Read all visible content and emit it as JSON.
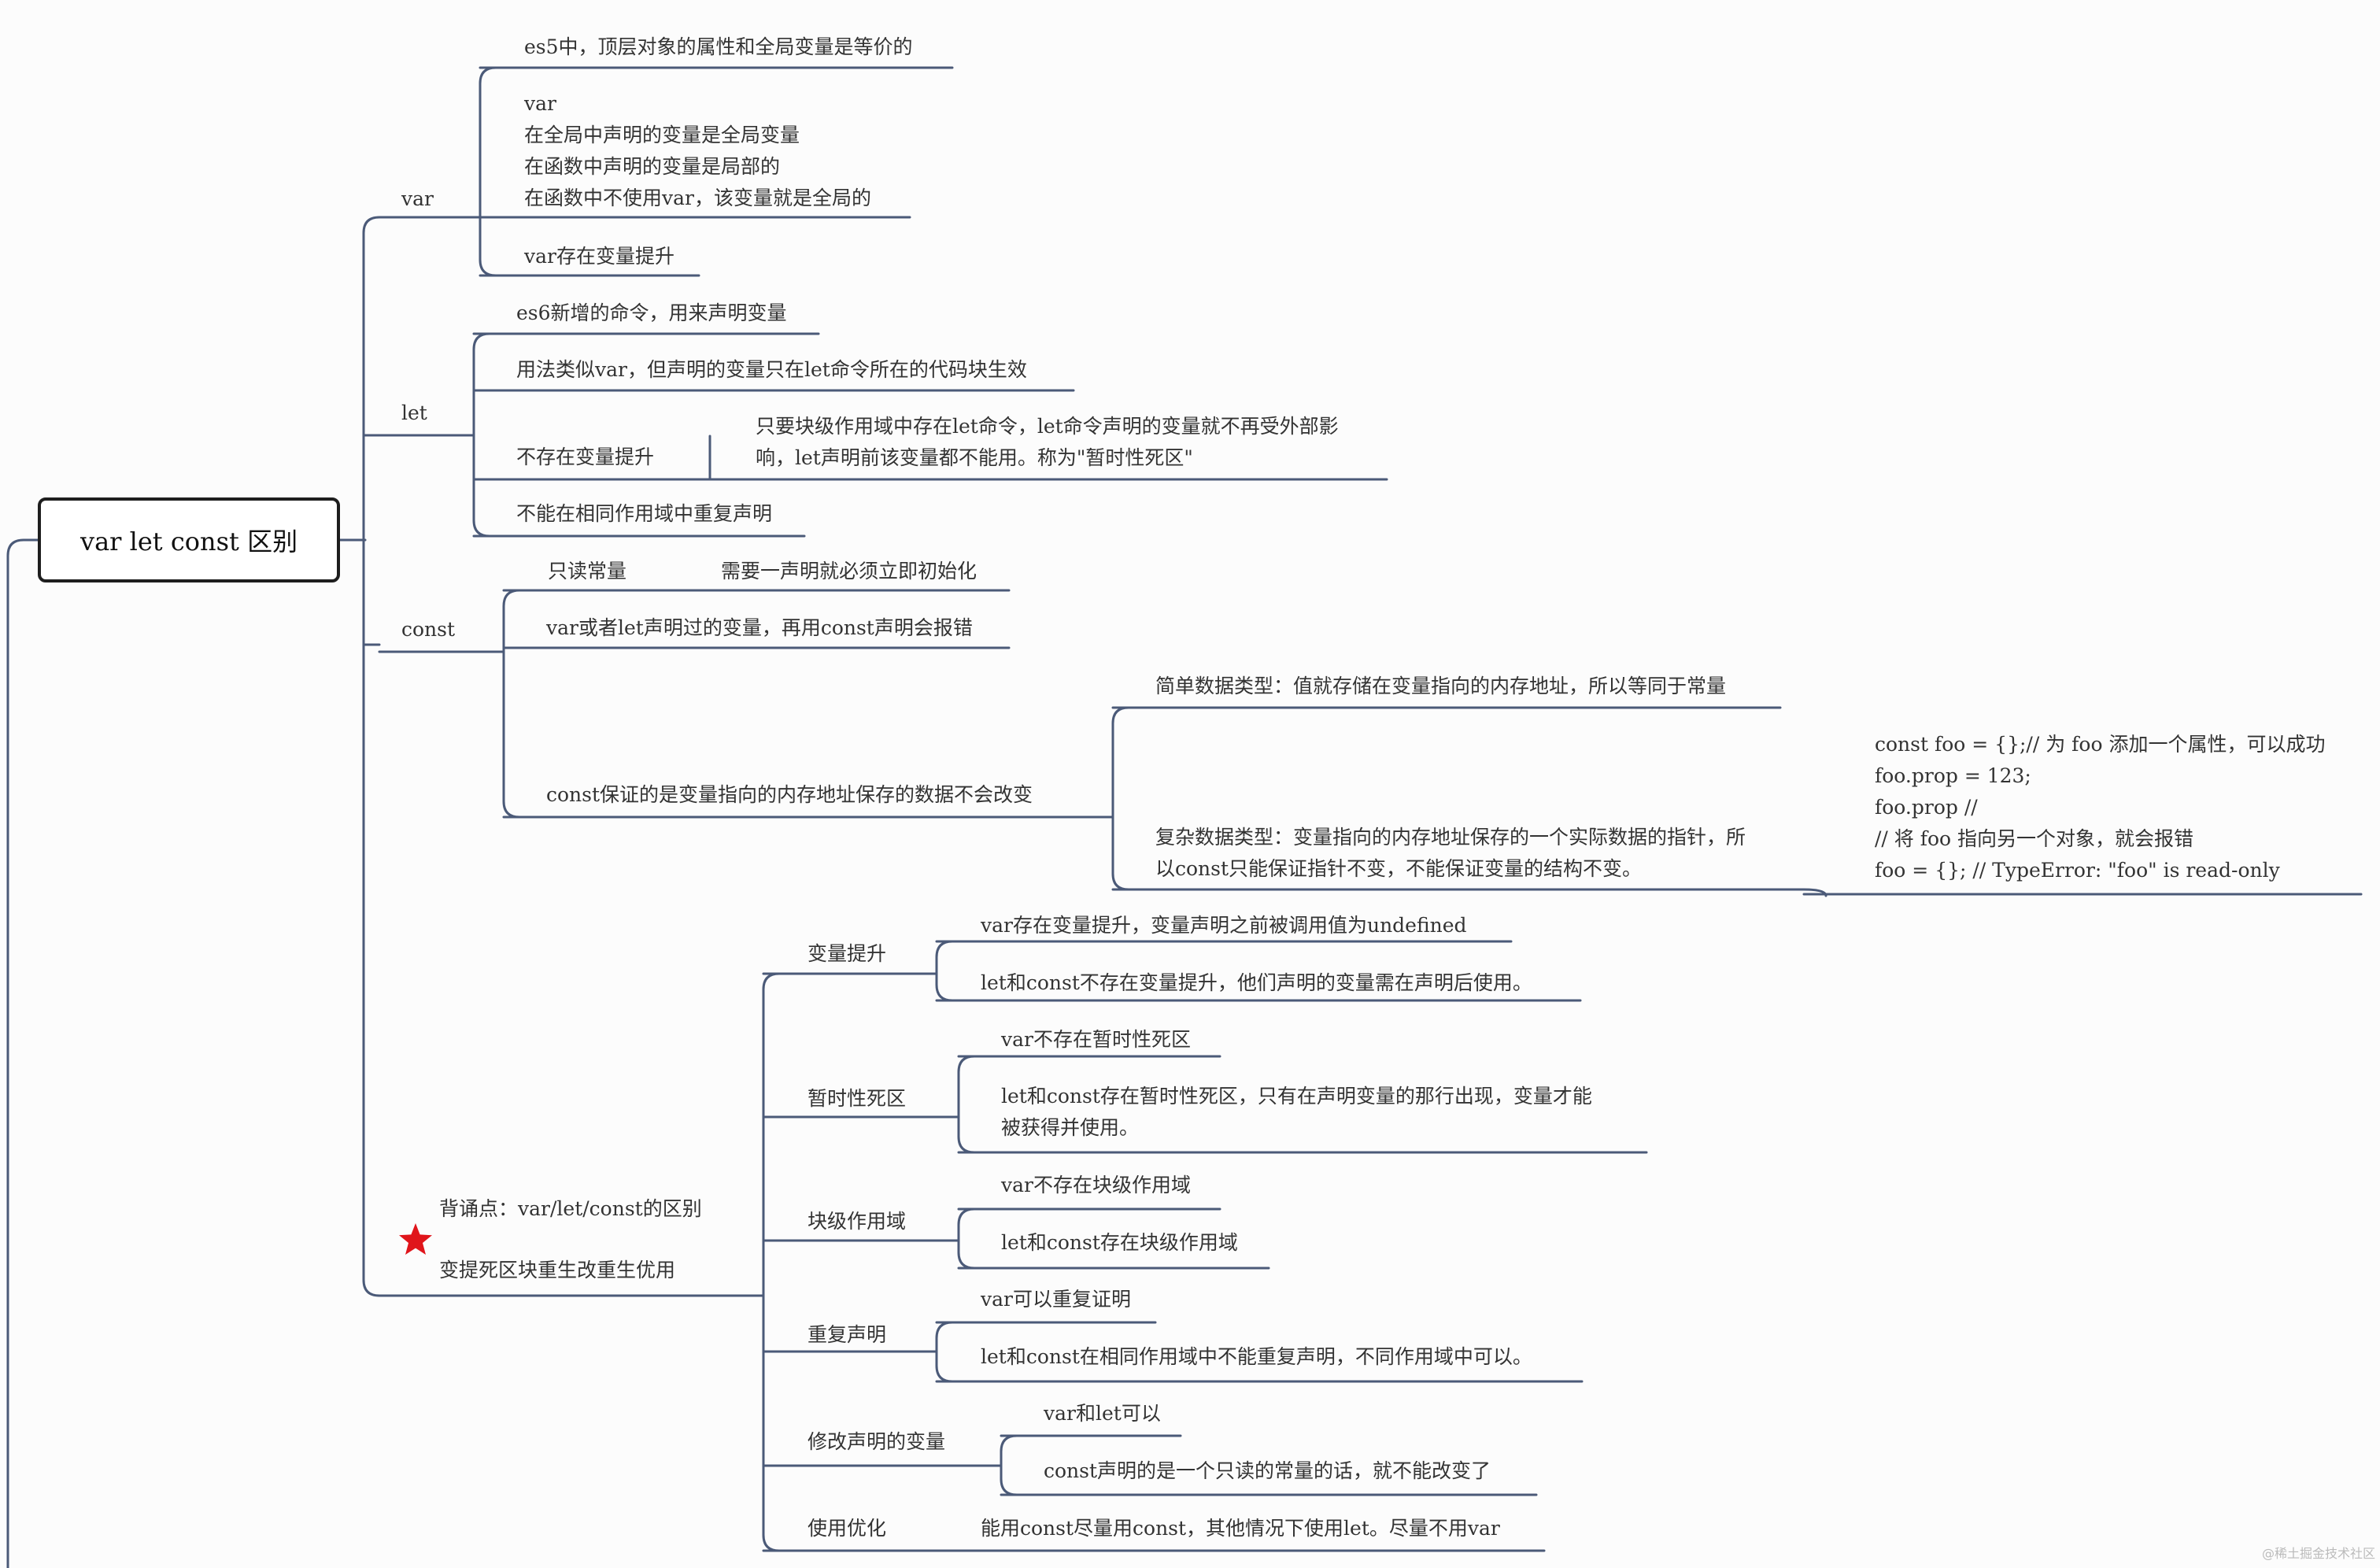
{
  "root": {
    "title": "var let const 区别"
  },
  "var": {
    "label": "var",
    "items": [
      "es5中，顶层对象的属性和全局变量是等价的",
      [
        "var",
        "在全局中声明的变量是全局变量",
        "在函数中声明的变量是局部的",
        "在函数中不使用var，该变量就是全局的"
      ],
      "var存在变量提升"
    ]
  },
  "let": {
    "label": "let",
    "items": [
      "es6新增的命令，用来声明变量",
      "用法类似var，但声明的变量只在let命令所在的代码块生效",
      {
        "label": "不存在变量提升",
        "detail": [
          "只要块级作用域中存在let命令，let命令声明的变量就不再受外部影",
          "响，let声明前该变量都不能用。称为\"暂时性死区\""
        ]
      },
      "不能在相同作用域中重复声明"
    ]
  },
  "const": {
    "label": "const",
    "readonly": {
      "label": "只读常量",
      "detail": "需要一声明就必须立即初始化"
    },
    "redeclare": "var或者let声明过的变量，再用const声明会报错",
    "guarantee": {
      "label": "const保证的是变量指向的内存地址保存的数据不会改变",
      "simple": "简单数据类型：值就存储在变量指向的内存地址，所以等同于常量",
      "complex": [
        "复杂数据类型：变量指向的内存地址保存的一个实际数据的指针，所",
        "以const只能保证指针不变，不能保证变量的结构不变。"
      ],
      "code": [
        "const foo = {};// 为 foo 添加一个属性，可以成功",
        "foo.prop = 123;",
        "foo.prop //",
        "// 将 foo 指向另一个对象，就会报错",
        "foo = {}; // TypeError: \"foo\" is read-only"
      ]
    }
  },
  "diff": {
    "label": [
      "背诵点：var/let/const的区别",
      "变提死区块重生改重生优用"
    ],
    "groups": [
      {
        "label": "变量提升",
        "items": [
          "var存在变量提升，变量声明之前被调用值为undefined",
          "let和const不存在变量提升，他们声明的变量需在声明后使用。"
        ]
      },
      {
        "label": "暂时性死区",
        "items": [
          "var不存在暂时性死区",
          [
            "let和const存在暂时性死区，只有在声明变量的那行出现，变量才能",
            "被获得并使用。"
          ]
        ]
      },
      {
        "label": "块级作用域",
        "items": [
          "var不存在块级作用域",
          "let和const存在块级作用域"
        ]
      },
      {
        "label": "重复声明",
        "items": [
          "var可以重复证明",
          "let和const在相同作用域中不能重复声明，不同作用域中可以。"
        ]
      },
      {
        "label": "修改声明的变量",
        "items": [
          "var和let可以",
          "const声明的是一个只读的常量的话，就不能改变了"
        ]
      },
      {
        "label": "使用优化",
        "items": [
          "能用const尽量用const，其他情况下使用let。尽量不用var"
        ]
      }
    ]
  },
  "watermark": "@稀土掘金技术社区",
  "colors": {
    "line": "#4b5a78",
    "text": "#333333",
    "star": "#e0151b"
  }
}
